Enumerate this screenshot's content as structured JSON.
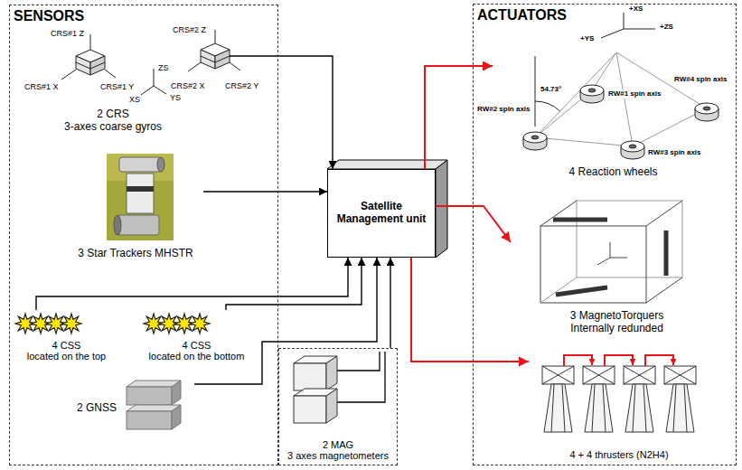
{
  "diagram": {
    "nodes": [
      {
        "text": [
          "SENSORS"
        ]
      },
      {
        "text": [
          "ACTUATORS"
        ]
      },
      {
        "text": [
          "2 CRS",
          "3-axes coarse gyros"
        ],
        "in": 0
      },
      {
        "text": [
          "3 Star Trackers MHSTR"
        ],
        "in": 0
      },
      {
        "text": [
          "4 CSS",
          "located on the top"
        ],
        "in": 0
      },
      {
        "text": [
          "4 CSS",
          "located on the bottom"
        ],
        "in": 0
      },
      {
        "text": [
          "2 GNSS"
        ],
        "in": 0
      },
      {
        "text": [
          "2 MAG",
          "3 axes magnetometers"
        ]
      },
      {
        "text": [
          "Satellite Management unit"
        ]
      },
      {
        "text": [
          "4 Reaction wheels"
        ],
        "in": 1
      },
      {
        "text": [
          "3 MagnetoTorquers",
          "Internally redunded"
        ],
        "in": 1
      },
      {
        "text": [
          "4 + 4 thrusters (N2H4)"
        ],
        "in": 1
      }
    ],
    "edges": [
      {
        "from": 2,
        "to": 8,
        "arrow": "to"
      },
      {
        "from": 3,
        "to": 8,
        "arrow": "to"
      },
      {
        "from": 4,
        "to": 8,
        "arrow": "to"
      },
      {
        "from": 5,
        "to": 8,
        "arrow": "to"
      },
      {
        "from": 6,
        "to": 8,
        "arrow": "to"
      },
      {
        "from": 7,
        "to": 8,
        "arrow": "to"
      },
      {
        "from": 8,
        "to": 9,
        "arrow": "to"
      },
      {
        "from": 8,
        "to": 10,
        "arrow": "to"
      },
      {
        "from": 8,
        "to": 11,
        "arrow": "to"
      }
    ],
    "labels": [
      "CRS#1 Z",
      "CRS#1 X",
      "CRS#1 Y",
      "CRS#2 Z",
      "CRS#2 X",
      "CRS#2 Y",
      "ZS",
      "XS",
      "YS",
      "+XS",
      "+YS",
      "+ZS",
      "54.73°",
      "RW#1 spin axis",
      "RW#2 spin axis",
      "RW#3 spin axis",
      "RW#4 spin axis"
    ]
  }
}
